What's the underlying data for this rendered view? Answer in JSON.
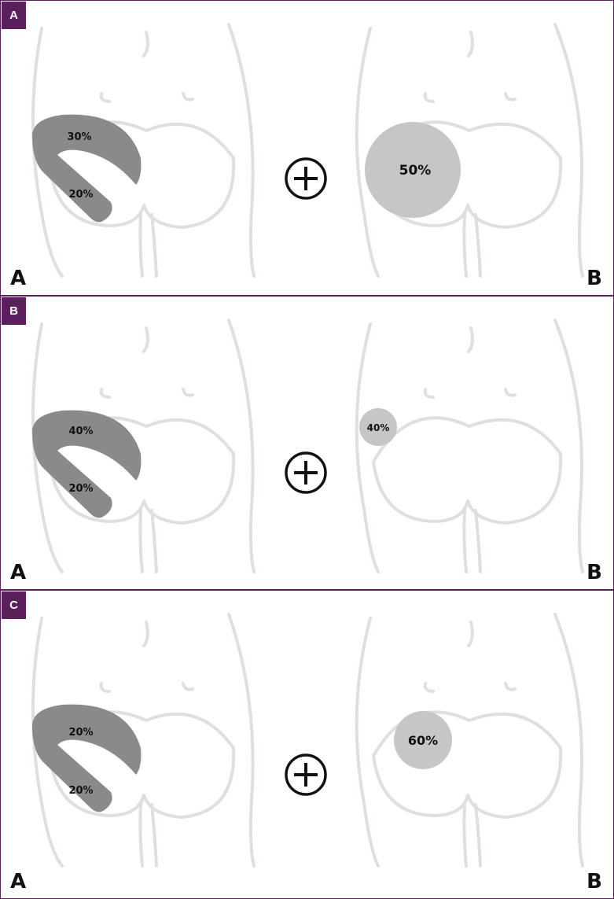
{
  "colors": {
    "frame": "#5b1f5e",
    "outline": "#e3dede",
    "band": "#8a8a8a",
    "circle": "#c6c6c6",
    "text": "#111111"
  },
  "panels": [
    {
      "tag": "A",
      "left_view": "A",
      "right_view": "B",
      "band_upper": "30%",
      "band_lower": "20%",
      "circle": "50%",
      "circle_level": 0.5
    },
    {
      "tag": "B",
      "left_view": "A",
      "right_view": "B",
      "band_upper": "40%",
      "band_lower": "20%",
      "circle": "40%",
      "circle_level": 0.4
    },
    {
      "tag": "C",
      "left_view": "A",
      "right_view": "B",
      "band_upper": "20%",
      "band_lower": "20%",
      "circle": "60%",
      "circle_level": 0.6
    }
  ]
}
